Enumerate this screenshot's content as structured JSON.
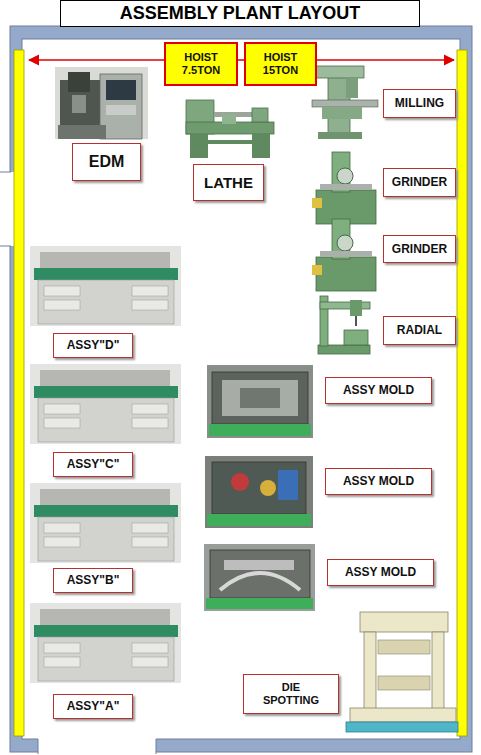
{
  "diagram": {
    "title": "ASSEMBLY PLANT LAYOUT",
    "nodes": [
      {
        "text": [
          "HOIST 7.5TON"
        ]
      },
      {
        "text": [
          "HOIST 15TON"
        ]
      },
      {
        "text": [
          "EDM"
        ]
      },
      {
        "text": [
          "LATHE"
        ]
      },
      {
        "text": [
          "MILLING"
        ]
      },
      {
        "text": [
          "GRINDER"
        ]
      },
      {
        "text": [
          "GRINDER"
        ]
      },
      {
        "text": [
          "RADIAL"
        ]
      },
      {
        "text": [
          "ASSY\"D\""
        ]
      },
      {
        "text": [
          "ASSY MOLD"
        ]
      },
      {
        "text": [
          "ASSY\"C\""
        ]
      },
      {
        "text": [
          "ASSY MOLD"
        ]
      },
      {
        "text": [
          "ASSY\"B\""
        ]
      },
      {
        "text": [
          "ASSY MOLD"
        ]
      },
      {
        "text": [
          "ASSY\"A\""
        ]
      },
      {
        "text": [
          "DIE SPOTTING"
        ]
      }
    ]
  }
}
